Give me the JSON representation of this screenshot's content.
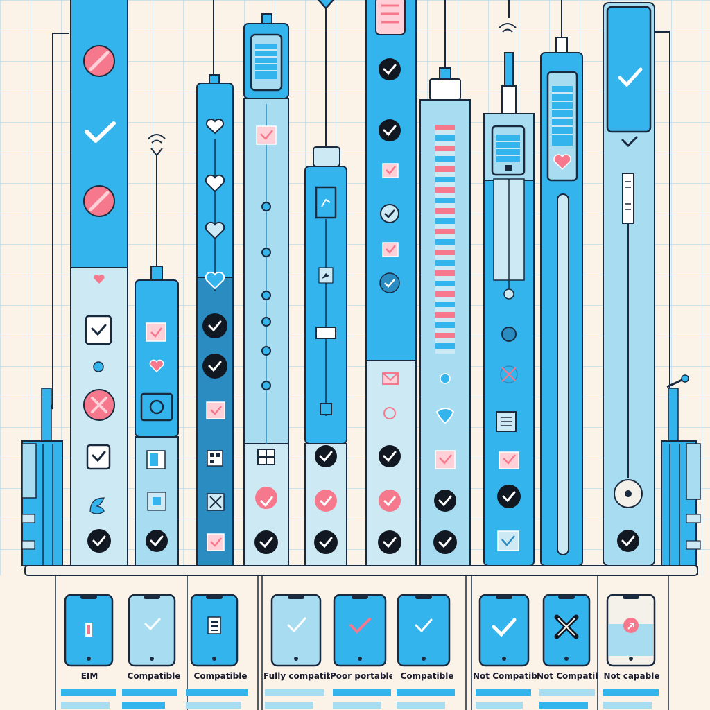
{
  "colors": {
    "background": "#fbf3e8",
    "grid": "#b9dcec",
    "blue": "#34b4ec",
    "blue_light": "#a8dcf0",
    "blue_pale": "#cdeaf4",
    "blue_dark": "#2a8cc0",
    "outline": "#1a2a3e",
    "pink": "#f5788c",
    "pink_pale": "#ffd0d8",
    "check_dark": "#111822"
  },
  "bottom_labels": [
    "EIM",
    "Compatible",
    "Compatible",
    "Fully compatible",
    "Poor portable",
    "Compatible",
    "Not Compatible",
    "Not Compatible",
    "Not capable"
  ],
  "phones": [
    {
      "icon": "bar-icon"
    },
    {
      "icon": "check-icon"
    },
    {
      "icon": "list-icon"
    },
    {
      "icon": "check-icon"
    },
    {
      "icon": "check-icon"
    },
    {
      "icon": "check-icon"
    },
    {
      "icon": "check-icon"
    },
    {
      "icon": "cross-icon"
    },
    {
      "icon": "arrow-icon"
    }
  ]
}
